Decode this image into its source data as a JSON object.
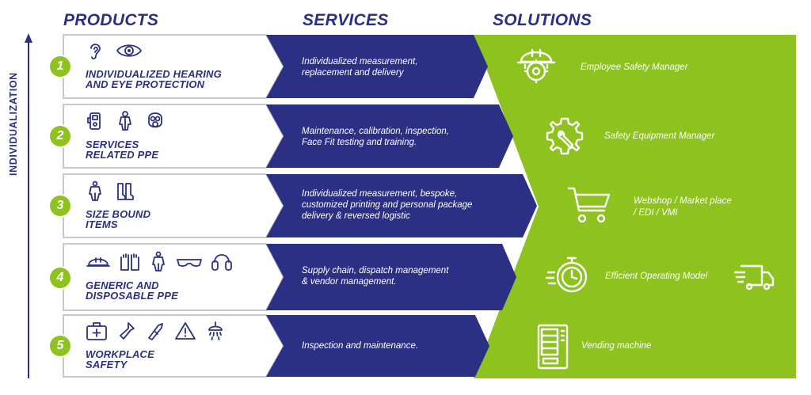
{
  "headers": {
    "products": "PRODUCTS",
    "services": "SERVICES",
    "solutions": "SOLUTIONS"
  },
  "axis_label": "INDIVIDUALIZATION",
  "colors": {
    "navy": "#2c3085",
    "green": "#8dc21f",
    "white": "#ffffff",
    "border": "#c8c8c8"
  },
  "rows": [
    {
      "number": "1",
      "title_line1": "INDIVIDUALIZED HEARING",
      "title_line2": "AND EYE PROTECTION",
      "icons": [
        "ear-icon",
        "eye-icon"
      ],
      "service_line1": "Individualized measurement,",
      "service_line2": "replacement and delivery",
      "service_line3": ""
    },
    {
      "number": "2",
      "title_line1": "SERVICES",
      "title_line2": "RELATED PPE",
      "icons": [
        "gas-detector-icon",
        "protective-suit-icon",
        "respirator-mask-icon"
      ],
      "service_line1": "Maintenance, calibration, inspection,",
      "service_line2": "Face Fit testing and training.",
      "service_line3": ""
    },
    {
      "number": "3",
      "title_line1": "SIZE BOUND",
      "title_line2": "ITEMS",
      "icons": [
        "coverall-icon",
        "boots-icon"
      ],
      "service_line1": "Individualized measurement, bespoke,",
      "service_line2": "customized printing and personal package",
      "service_line3": "delivery & reversed logistic"
    },
    {
      "number": "4",
      "title_line1": "GENERIC AND",
      "title_line2": "DISPOSABLE PPE",
      "icons": [
        "hard-hat-icon",
        "gloves-icon",
        "coverall-icon",
        "safety-glasses-icon",
        "earmuffs-icon"
      ],
      "service_line1": "Supply chain, dispatch management",
      "service_line2": "& vendor management.",
      "service_line3": ""
    },
    {
      "number": "5",
      "title_line1": "WORKPLACE",
      "title_line2": "SAFETY",
      "icons": [
        "first-aid-kit-icon",
        "flashlight-icon",
        "utility-knife-icon",
        "warning-sign-icon",
        "emergency-shower-icon"
      ],
      "service_line1": "Inspection and maintenance.",
      "service_line2": "",
      "service_line3": ""
    }
  ],
  "solutions": [
    {
      "line1": "Employee Safety Manager",
      "line2": "",
      "icon": "helmet-gear-icon"
    },
    {
      "line1": "Safety Equipment Manager",
      "line2": "",
      "icon": "wrench-gear-icon"
    },
    {
      "line1": "Webshop / Market place",
      "line2": "/ EDI / VMI",
      "icon": "shopping-cart-icon"
    },
    {
      "line1": "Efficient Operating Model",
      "line2": "",
      "icon": "stopwatch-icon"
    },
    {
      "line1": "Vending machine",
      "line2": "",
      "icon": "vending-machine-icon"
    }
  ],
  "extra_icons": {
    "delivery": "delivery-truck-icon"
  }
}
